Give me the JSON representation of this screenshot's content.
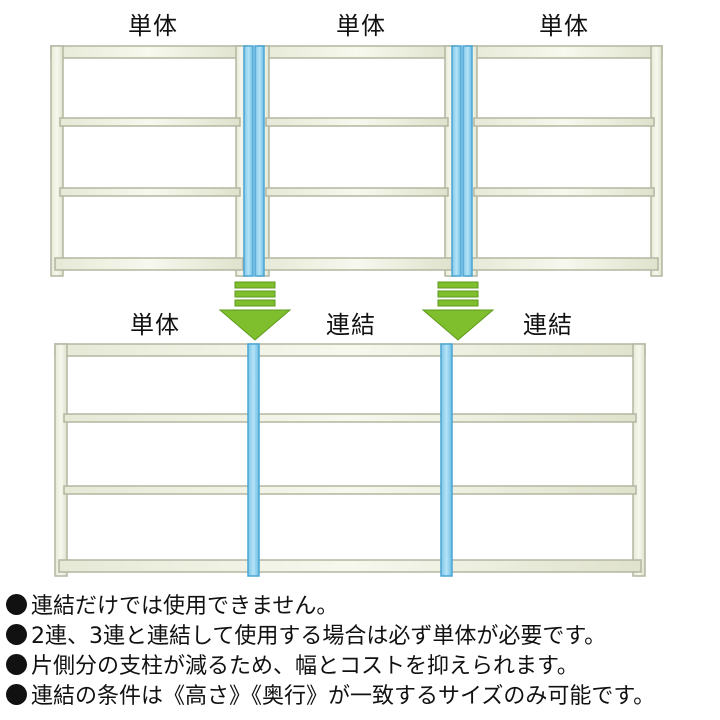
{
  "top_row": {
    "labels": [
      "単体",
      "単体",
      "単体"
    ]
  },
  "bottom_row": {
    "labels": [
      "単体",
      "連結",
      "連結"
    ]
  },
  "notes": [
    "連結だけでは使用できません。",
    "2連、3連と連結して使用する場合は必ず単体が必要です。",
    "片側分の支柱が減るため、幅とコストを抑えられます。",
    "連結の条件は《高さ》《奥行》が一致するサイズのみ可能です。"
  ],
  "colors": {
    "frame_fill": "#eef0e2",
    "frame_stroke": "#b7baa6",
    "connector_fill": "#8fd0ec",
    "connector_stroke": "#4aa6d4",
    "arrow_fill": "#7fbf2e",
    "arrow_stroke": "#5e9a1d"
  },
  "icons": {
    "arrow": "down-arrow-icon"
  }
}
